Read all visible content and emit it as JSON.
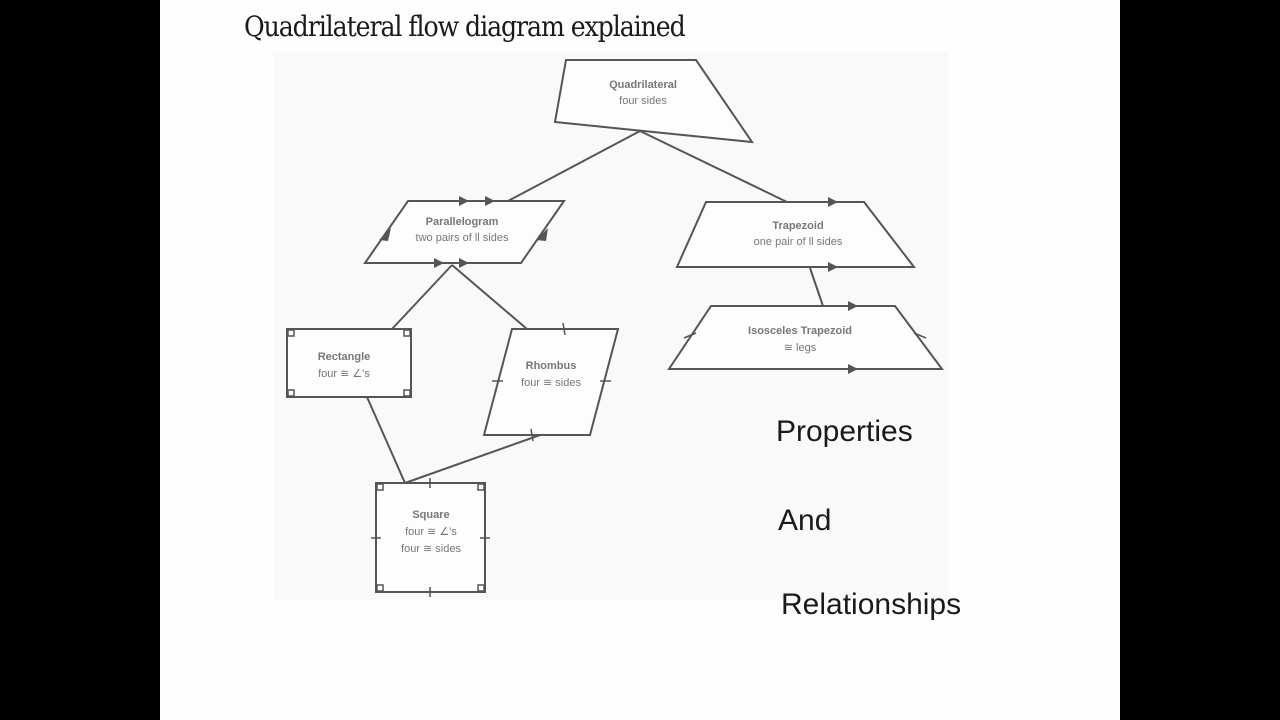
{
  "title": "Quadrilateral flow diagram explained",
  "nodes": {
    "quadrilateral": {
      "label": "Quadrilateral",
      "sub": "four sides"
    },
    "parallelogram": {
      "label": "Parallelogram",
      "sub": "two pairs of ll sides"
    },
    "trapezoid": {
      "label": "Trapezoid",
      "sub": "one pair of ll sides"
    },
    "isosceles_trapezoid": {
      "label": "Isosceles Trapezoid",
      "sub": "≅ legs"
    },
    "rectangle": {
      "label": "Rectangle",
      "sub": "four ≅ ∠'s"
    },
    "rhombus": {
      "label": "Rhombus",
      "sub": "four ≅ sides"
    },
    "square": {
      "label": "Square",
      "sub1": "four ≅ ∠'s",
      "sub2": "four ≅ sides"
    }
  },
  "edges": [
    [
      "quadrilateral",
      "parallelogram"
    ],
    [
      "quadrilateral",
      "trapezoid"
    ],
    [
      "trapezoid",
      "isosceles_trapezoid"
    ],
    [
      "parallelogram",
      "rectangle"
    ],
    [
      "parallelogram",
      "rhombus"
    ],
    [
      "rectangle",
      "square"
    ],
    [
      "rhombus",
      "square"
    ]
  ],
  "side_text": {
    "line1": "Properties",
    "line2": "And",
    "line3": "Relationships"
  }
}
